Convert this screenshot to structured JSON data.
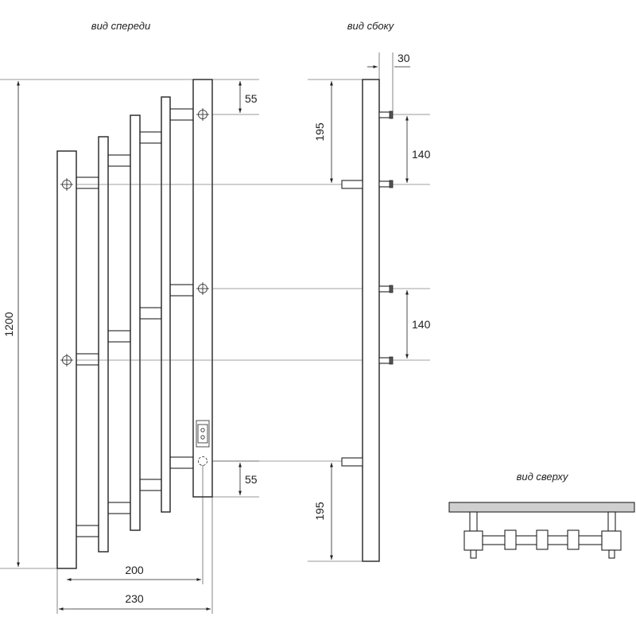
{
  "views": {
    "front": "вид спереди",
    "side": "вид сбоку",
    "top": "вид сверху"
  },
  "dimensions": {
    "height_total": "1200",
    "top_offset_front": "55",
    "bottom_offset_front": "55",
    "width_200": "200",
    "width_230": "230",
    "side_depth": "30",
    "side_top_195": "195",
    "side_bottom_195": "195",
    "side_spacing_upper": "140",
    "side_spacing_lower": "140"
  },
  "colors": {
    "line": "#222222",
    "shelf_fill": "#cfcfcf"
  }
}
